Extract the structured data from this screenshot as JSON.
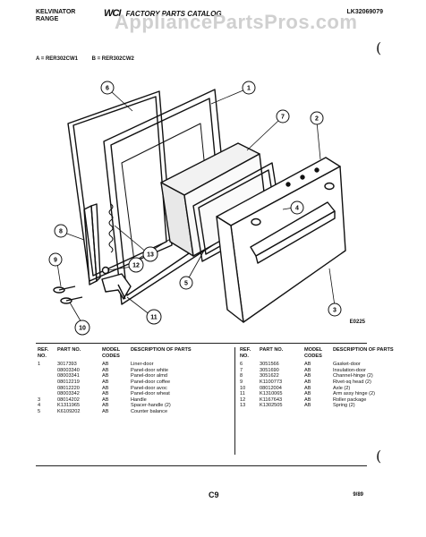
{
  "header": {
    "brand_line1": "KELVINATOR",
    "brand_line2": "RANGE",
    "catalog_title": "FACTORY PARTS CATALOG",
    "logo_text": "WCI",
    "catalog_number": "LK32069079",
    "model_a": "A = RER302CW1",
    "model_b": "B = RER302CW2",
    "watermark": "AppliancePartsPros.com"
  },
  "diagram": {
    "callouts": [
      "1",
      "2",
      "3",
      "4",
      "5",
      "6",
      "7",
      "8",
      "9",
      "10",
      "11",
      "12",
      "13"
    ],
    "code": "E0225"
  },
  "columns": {
    "ref_no": "REF. NO.",
    "part_no": "PART NO.",
    "model_codes": "MODEL CODES",
    "description": "DESCRIPTION OF PARTS"
  },
  "parts_left": [
    {
      "ref": "1",
      "part": "3017393",
      "code": "AB",
      "desc": "Liner-door"
    },
    {
      "ref": "",
      "part": "08003340",
      "code": "AB",
      "desc": "Panel-door white"
    },
    {
      "ref": "",
      "part": "08003341",
      "code": "AB",
      "desc": "Panel-door almd"
    },
    {
      "ref": "",
      "part": "08012219",
      "code": "AB",
      "desc": "Panel-door coffee"
    },
    {
      "ref": "",
      "part": "08012220",
      "code": "AB",
      "desc": "Panel-door avoc"
    },
    {
      "ref": "",
      "part": "08003342",
      "code": "AB",
      "desc": "Panel-door wheat"
    },
    {
      "ref": "3",
      "part": "08014202",
      "code": "AB",
      "desc": "Handle"
    },
    {
      "ref": "4",
      "part": "K1311965",
      "code": "AB",
      "desc": "Spacer-handle (2)"
    },
    {
      "ref": "5",
      "part": "K6109202",
      "code": "AB",
      "desc": "Counter balance"
    }
  ],
  "parts_right": [
    {
      "ref": "6",
      "part": "3051566",
      "code": "AB",
      "desc": "Gasket-door"
    },
    {
      "ref": "7",
      "part": "3051690",
      "code": "AB",
      "desc": "Insulation-door"
    },
    {
      "ref": "8",
      "part": "3051622",
      "code": "AB",
      "desc": "Channel-hinge (2)"
    },
    {
      "ref": "9",
      "part": "K1100773",
      "code": "AB",
      "desc": "Rivet-sq head (2)"
    },
    {
      "ref": "10",
      "part": "08012004",
      "code": "AB",
      "desc": "Axle (2)"
    },
    {
      "ref": "11",
      "part": "K1310065",
      "code": "AB",
      "desc": "Arm assy hinge (2)"
    },
    {
      "ref": "12",
      "part": "K1167643",
      "code": "AB",
      "desc": "Roller package"
    },
    {
      "ref": "13",
      "part": "K1302505",
      "code": "AB",
      "desc": "Spring (2)"
    }
  ],
  "footer": {
    "page": "C9",
    "date": "9/89"
  }
}
